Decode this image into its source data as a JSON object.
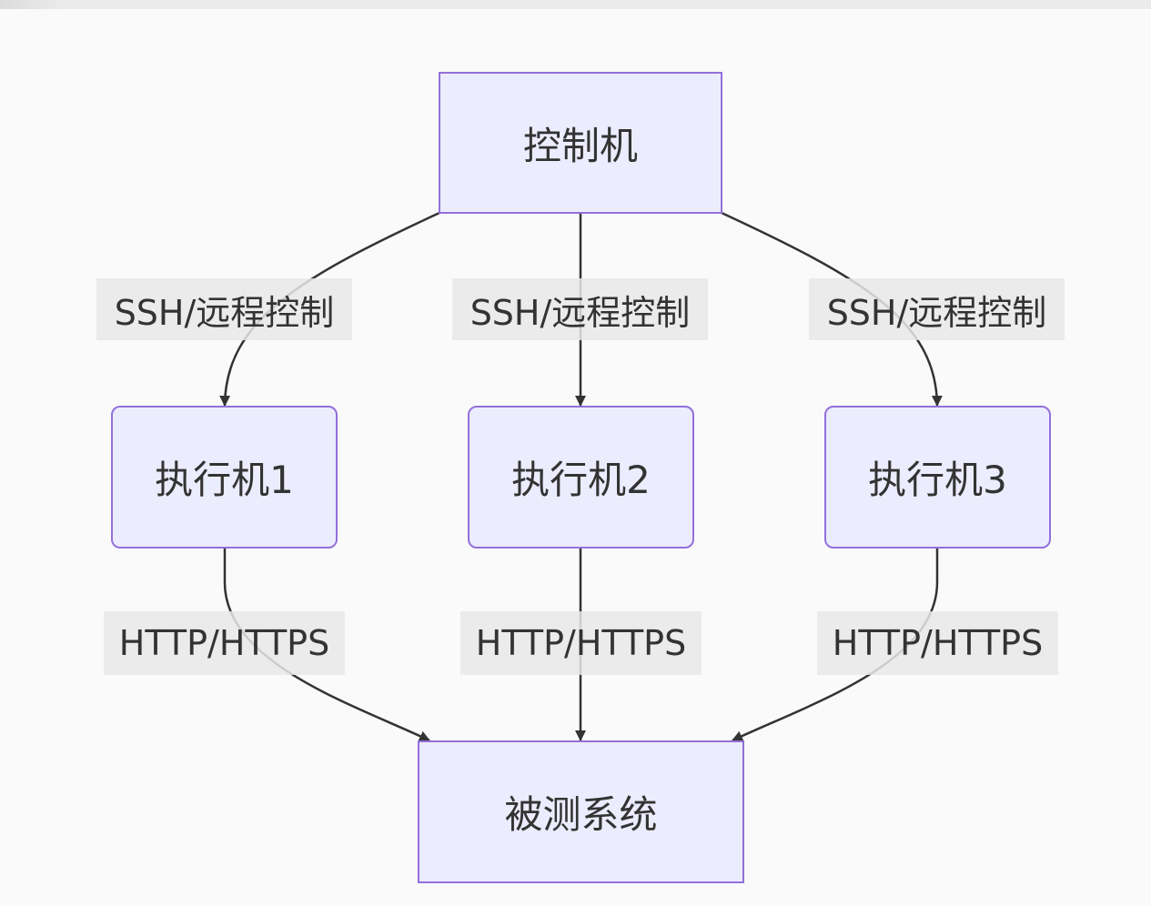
{
  "diagram": {
    "type": "flowchart",
    "nodes": {
      "controller": "控制机",
      "executor1": "执行机1",
      "executor2": "执行机2",
      "executor3": "执行机3",
      "target": "被测系统"
    },
    "edges": [
      {
        "from": "controller",
        "to": "executor1",
        "label": "SSH/远程控制"
      },
      {
        "from": "controller",
        "to": "executor2",
        "label": "SSH/远程控制"
      },
      {
        "from": "controller",
        "to": "executor3",
        "label": "SSH/远程控制"
      },
      {
        "from": "executor1",
        "to": "target",
        "label": "HTTP/HTTPS"
      },
      {
        "from": "executor2",
        "to": "target",
        "label": "HTTP/HTTPS"
      },
      {
        "from": "executor3",
        "to": "target",
        "label": "HTTP/HTTPS"
      }
    ]
  },
  "colors": {
    "node_fill": "#ececff",
    "node_border": "#9370db",
    "edge": "#333333",
    "label_bg": "#e8e8e8",
    "background": "#fafafa"
  }
}
